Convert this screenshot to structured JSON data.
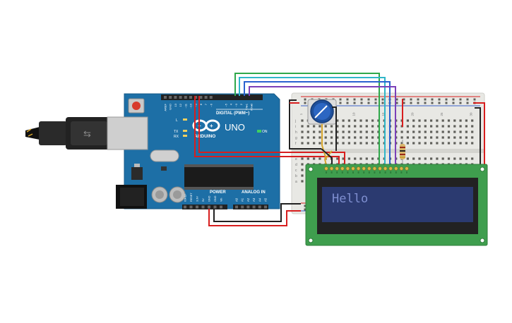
{
  "arduino": {
    "brand_text": "ARDUINO",
    "model_text": "UNO",
    "on_label": "ON",
    "led_labels": [
      "L",
      "TX",
      "RX"
    ],
    "digital_label": "DIGITAL (PWM~)",
    "power_label": "POWER",
    "analog_label": "ANALOG IN",
    "top_pins": [
      "AREF",
      "GND",
      "13",
      "12",
      "~11",
      "~10",
      "~9",
      "8",
      "7",
      "~6",
      "~5",
      "4",
      "~3",
      "2",
      "TX▸1",
      "RX◂0"
    ],
    "power_pins": [
      "IOREF",
      "RESET",
      "3.3V",
      "5V",
      "GND",
      "GND",
      "Vin"
    ],
    "analog_pins": [
      "A0",
      "A1",
      "A2",
      "A3",
      "A4",
      "A5"
    ]
  },
  "lcd": {
    "text": "Hello"
  },
  "breadboard": {
    "row_letters_top": [
      "j",
      "i",
      "h",
      "g",
      "f"
    ],
    "row_letters_bottom": [
      "e",
      "d",
      "c",
      "b",
      "a"
    ],
    "column_numbers": [
      "1",
      "5",
      "10",
      "15",
      "20",
      "25",
      "30"
    ]
  },
  "colors": {
    "board_blue": "#1d6fa6",
    "lcd_green": "#3f9e4e",
    "lcd_screen": "#2b3a70",
    "lcd_text": "#7f8fd0",
    "wire_red": "#d81e1e",
    "wire_black": "#222222",
    "wire_green": "#2fa84a",
    "wire_teal": "#2fb6c8",
    "wire_blue": "#2a62d0",
    "wire_purple": "#7b3fb8"
  }
}
